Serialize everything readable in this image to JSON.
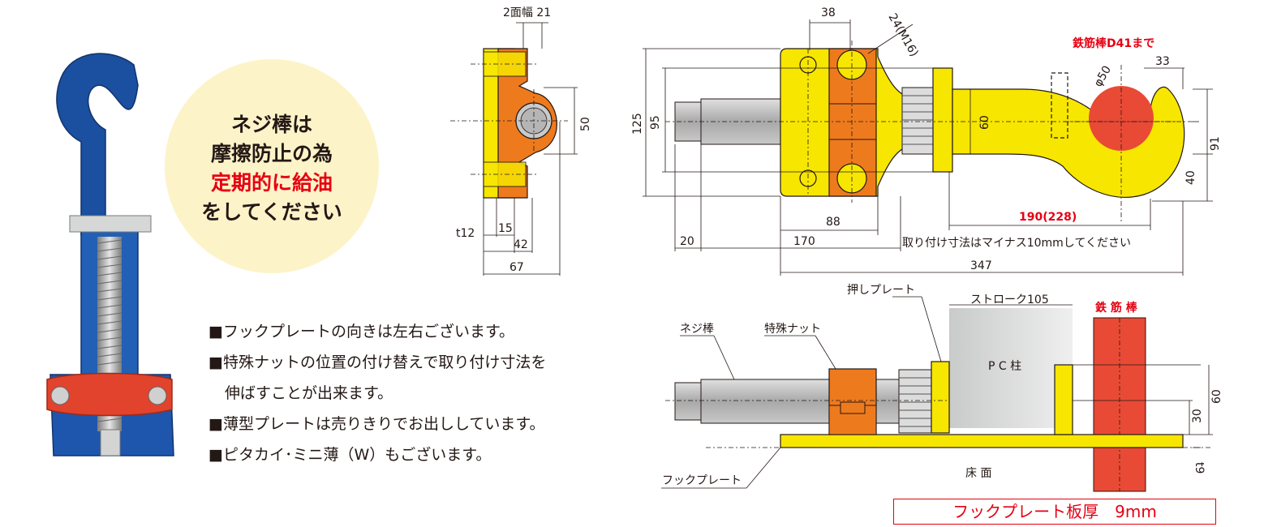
{
  "bubble": {
    "line1": "ネジ棒は",
    "line2": "摩擦防止の為",
    "line3": "定期的に給油",
    "line4": "をしてください"
  },
  "notes": {
    "n1": "■フックプレートの向きは左右ございます。",
    "n2a": "■特殊ナットの位置の付け替えで取り付け寸法を",
    "n2b": "伸ばすことが出来ます。",
    "n3": "■薄型プレートは売りきりでお出ししています。",
    "n4": "■ピタカイ･ミニ薄（W）もございます。"
  },
  "front_view": {
    "width_across": "2面幅 21",
    "dim_50": "50",
    "dim_t12": "t12",
    "dim_15": "15",
    "dim_42": "42",
    "dim_67": "67"
  },
  "top_view": {
    "dim_38": "38",
    "dim_bolt": "24(M16)",
    "rebar_max": "鉄筋棒D41まで",
    "dim_phi50": "φ50",
    "dim_33": "33",
    "dim_125": "125",
    "dim_95": "95",
    "dim_60": "60",
    "dim_91": "91",
    "dim_40": "40",
    "dim_88": "88",
    "dim_190": "190(228)",
    "dim_20": "20",
    "dim_170": "170",
    "install_note": "取り付け寸法はマイナス10mmしてください",
    "dim_347": "347"
  },
  "side_view": {
    "push_plate": "押しプレート",
    "stroke": "ストローク105",
    "rebar": "鉄 筋 棒",
    "screw_rod": "ネジ棒",
    "special_nut": "特殊ナット",
    "pc_column": "P C 柱",
    "dim_60": "60",
    "dim_30": "30",
    "hook_plate": "フックプレート",
    "floor": "床 面",
    "dim_t9": "t9"
  },
  "footer": {
    "thickness": "フックプレート板厚　9mm"
  },
  "colors": {
    "yellow": "#f7e600",
    "orange": "#ee7a1e",
    "gray": "#b5b5b6",
    "red": "#e94a35",
    "blue": "#1b4fa0",
    "bubble": "#fdf3c8",
    "accent_red": "#e60012"
  }
}
